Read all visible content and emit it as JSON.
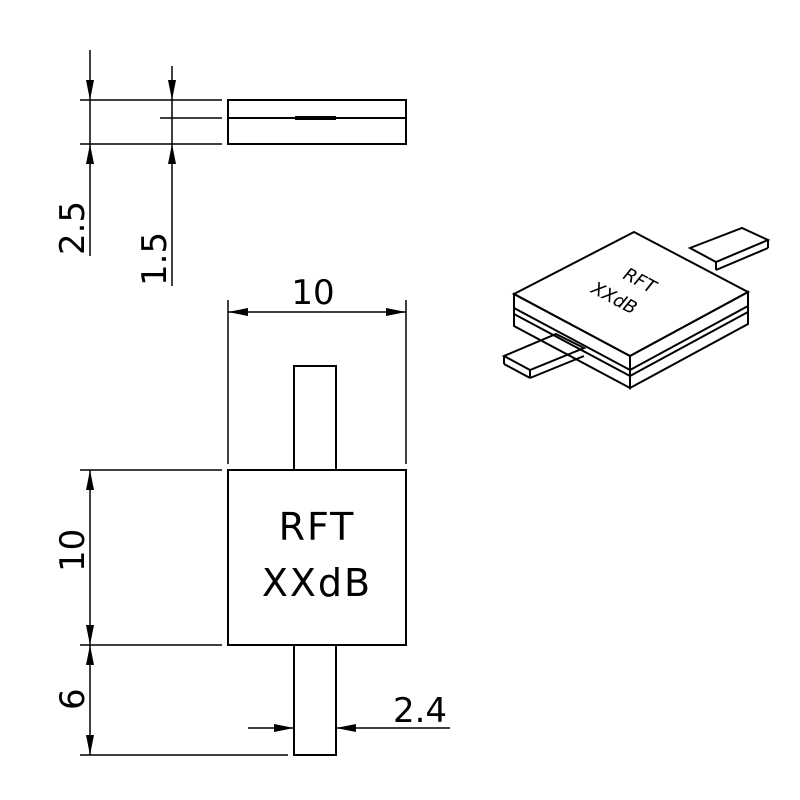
{
  "dimensions": {
    "flange_thickness": "2.5",
    "body_thickness": "1.5",
    "body_width": "10",
    "body_height": "10",
    "tab_length": "6",
    "tab_width": "2.4"
  },
  "marking": {
    "line1": "RFT",
    "line2": "XXdB"
  }
}
